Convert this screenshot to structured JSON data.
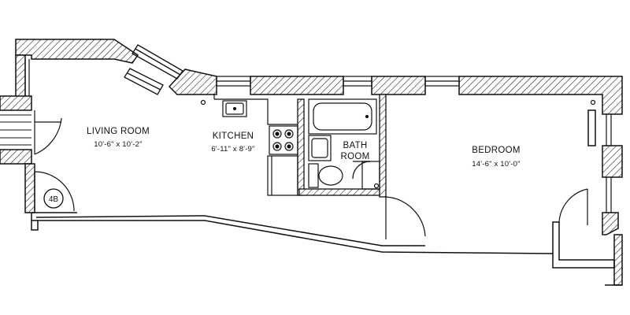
{
  "plan": {
    "unit_label": "4B",
    "rooms": {
      "living": {
        "name": "LIVING ROOM",
        "dims": "10'-6\" x 10'-2\""
      },
      "kitchen": {
        "name": "KITCHEN",
        "dims": "6'-11\" x 8'-9\""
      },
      "bath": {
        "name_line1": "BATH",
        "name_line2": "ROOM"
      },
      "bedroom": {
        "name": "BEDROOM",
        "dims": "14'-6\" x 10'-0\""
      }
    }
  }
}
